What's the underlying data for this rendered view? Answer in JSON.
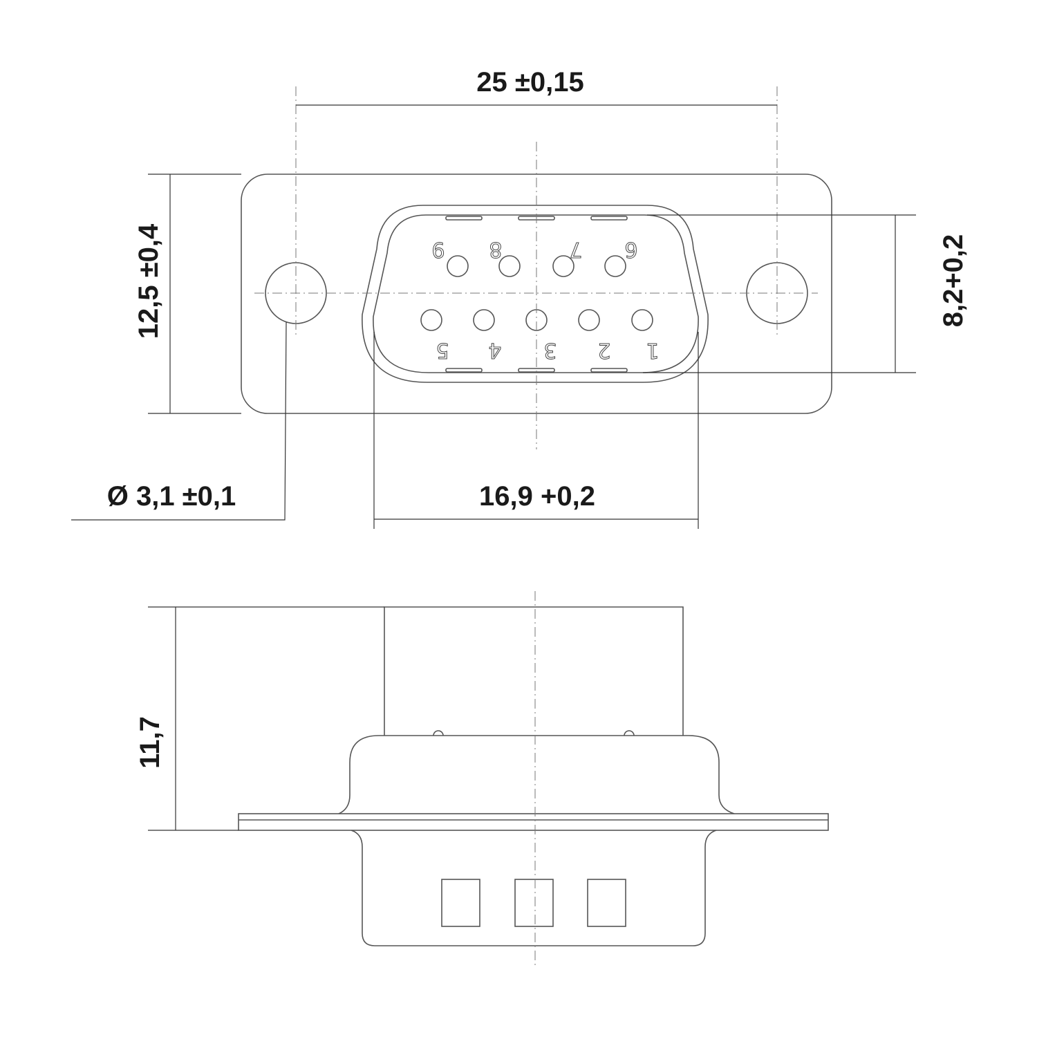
{
  "dimensions": {
    "width_25": "25 ±0,15",
    "height_12_5": "12,5  ±0,4",
    "shell_height_8_2": "8,2+0,2",
    "hole_diameter": "Ø 3,1 ±0,1",
    "shell_width_16_9": "16,9 +0,2",
    "side_height_11_7": "11,7"
  },
  "pins": {
    "top_row": [
      "9",
      "8",
      "7",
      "6"
    ],
    "bottom_row": [
      "5",
      "4",
      "3",
      "2",
      "1"
    ]
  }
}
